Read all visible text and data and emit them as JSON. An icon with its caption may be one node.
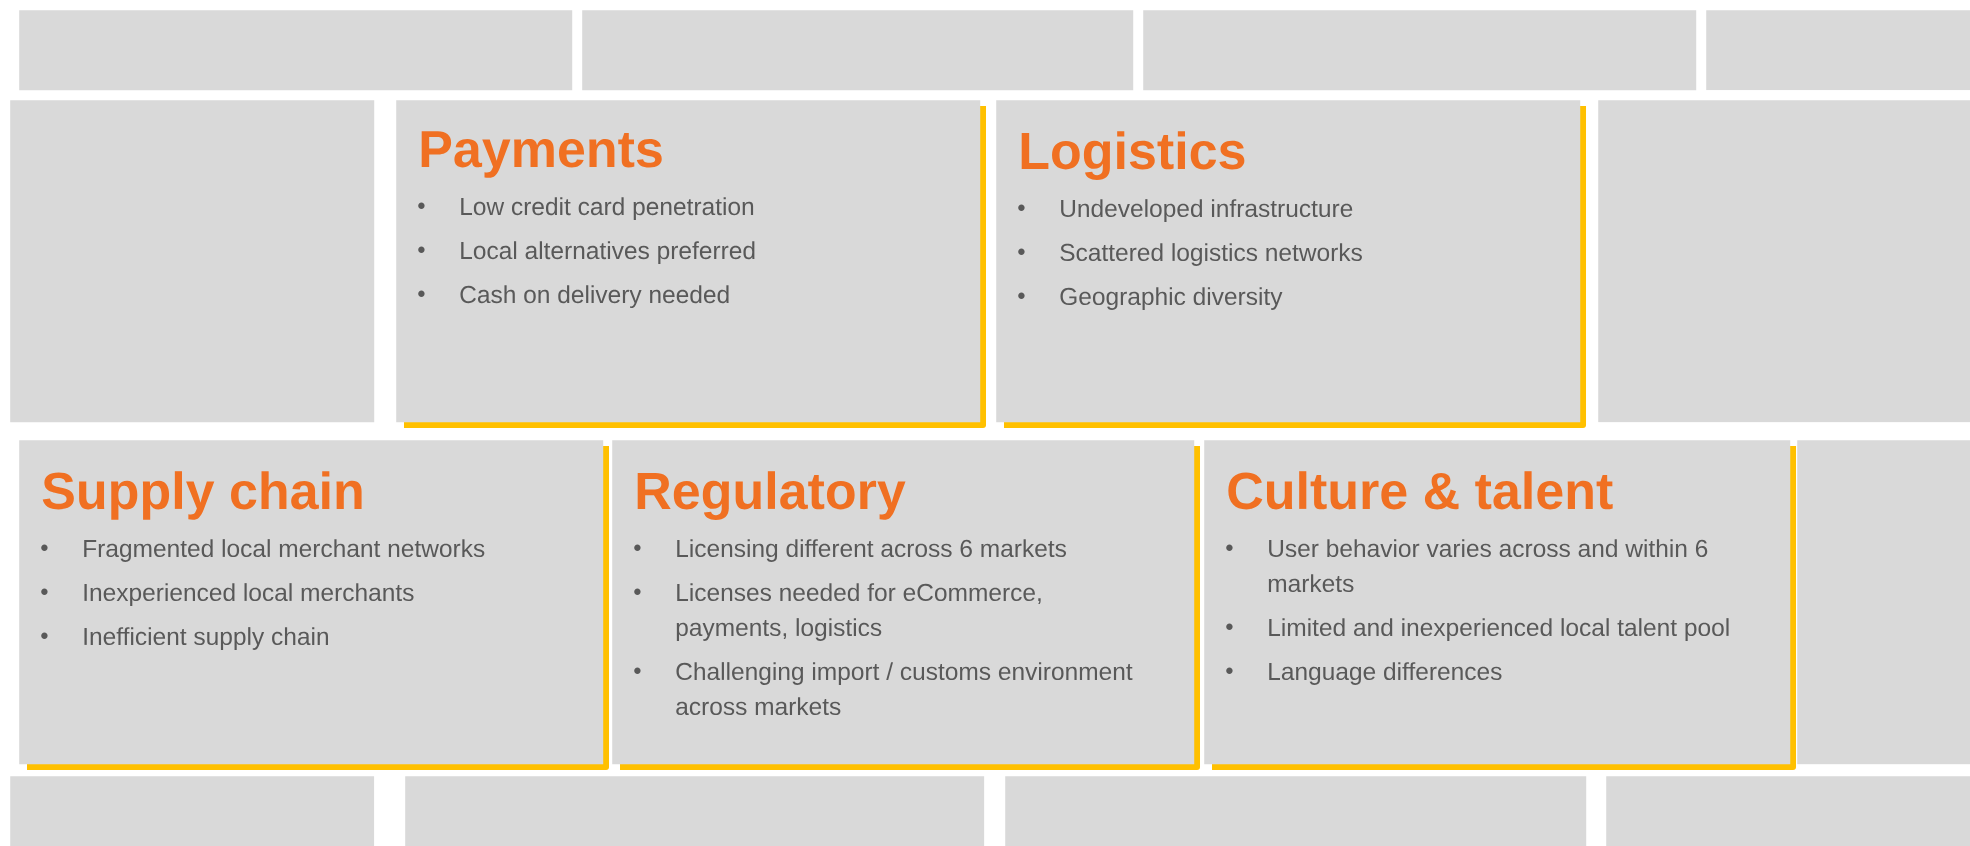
{
  "diagram": {
    "nodes": [
      {
        "text": [],
        "shape": "box"
      },
      {
        "text": [],
        "shape": "box"
      },
      {
        "text": [],
        "shape": "box"
      },
      {
        "text": [],
        "shape": "box"
      },
      {
        "text": [],
        "shape": "box"
      },
      {
        "text": [
          "Payments",
          "Low credit card penetration",
          "Local alternatives preferred",
          "Cash on delivery needed"
        ]
      },
      {
        "text": [
          "Logistics",
          "Undeveloped infrastructure",
          "Scattered logistics networks",
          "Geographic diversity"
        ]
      },
      {
        "text": [],
        "shape": "box"
      },
      {
        "text": [
          "Supply chain",
          "Fragmented local merchant networks",
          "Inexperienced local merchants",
          "Inefficient supply chain"
        ]
      },
      {
        "text": [
          "Regulatory",
          "Licensing different across 6 markets",
          "Licenses needed for eCommerce, payments, logistics",
          "Challenging import / customs environment across markets"
        ]
      },
      {
        "text": [
          "Culture & talent",
          "User behavior varies across and within 6 markets",
          "Limited and inexperienced local talent pool",
          "Language differences"
        ]
      },
      {
        "text": [],
        "shape": "box"
      },
      {
        "text": [],
        "shape": "box"
      },
      {
        "text": [],
        "shape": "box"
      },
      {
        "text": [],
        "shape": "box"
      },
      {
        "text": [],
        "shape": "box"
      }
    ],
    "edges": []
  }
}
